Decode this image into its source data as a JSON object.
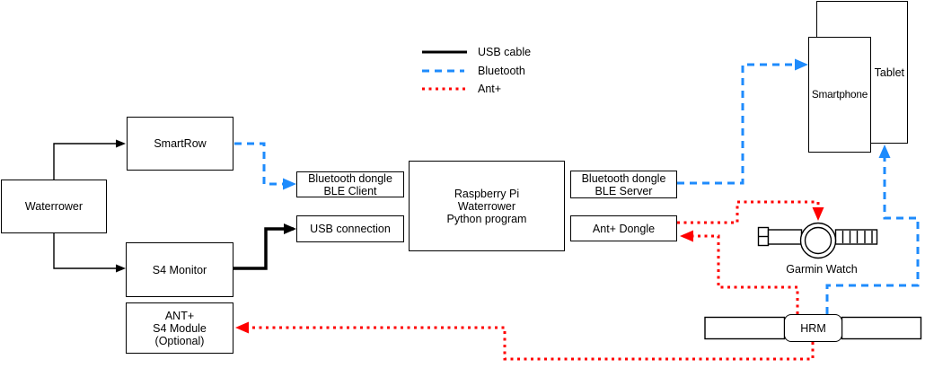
{
  "colors": {
    "usb_cable": "#000000",
    "bluetooth": "#1e8bfc",
    "ant_plus": "#ff0000",
    "box_border": "#000000",
    "background": "#ffffff"
  },
  "legend": {
    "usb_label": "USB cable",
    "bluetooth_label": "Bluetooth",
    "ant_label": "Ant+"
  },
  "nodes": {
    "waterrower": {
      "label": "Waterrower"
    },
    "smartrow": {
      "label": "SmartRow"
    },
    "s4_monitor": {
      "label": "S4 Monitor"
    },
    "ant_s4_module": {
      "lines": [
        "ANT+",
        "S4 Module",
        "(Optional)"
      ]
    },
    "ble_client": {
      "lines": [
        "Bluetooth dongle",
        "BLE Client"
      ]
    },
    "usb_connection": {
      "label": "USB connection"
    },
    "raspberry_pi": {
      "lines": [
        "Raspberry Pi",
        "Waterrower",
        "Python program"
      ]
    },
    "ble_server": {
      "lines": [
        "Bluetooth dongle",
        "BLE Server"
      ]
    },
    "ant_dongle": {
      "label": "Ant+ Dongle"
    },
    "smartphone": {
      "label": "Smartphone"
    },
    "tablet": {
      "label": "Tablet"
    },
    "garmin_watch": {
      "label": "Garmin Watch"
    },
    "hrm": {
      "label": "HRM"
    }
  },
  "connections": [
    {
      "from": "waterrower",
      "to": "smartrow",
      "type": "cable"
    },
    {
      "from": "waterrower",
      "to": "s4_monitor",
      "type": "cable"
    },
    {
      "from": "s4_monitor",
      "to": "usb_connection",
      "type": "usb_cable"
    },
    {
      "from": "smartrow",
      "to": "ble_client",
      "type": "bluetooth"
    },
    {
      "from": "ble_server",
      "to": "smartphone",
      "type": "bluetooth"
    },
    {
      "from": "hrm",
      "to": "tablet",
      "type": "bluetooth"
    },
    {
      "from": "ant_dongle",
      "to": "garmin_watch",
      "type": "ant"
    },
    {
      "from": "hrm",
      "to": "ant_dongle",
      "type": "ant"
    },
    {
      "from": "hrm",
      "to": "ant_s4_module",
      "type": "ant"
    }
  ]
}
